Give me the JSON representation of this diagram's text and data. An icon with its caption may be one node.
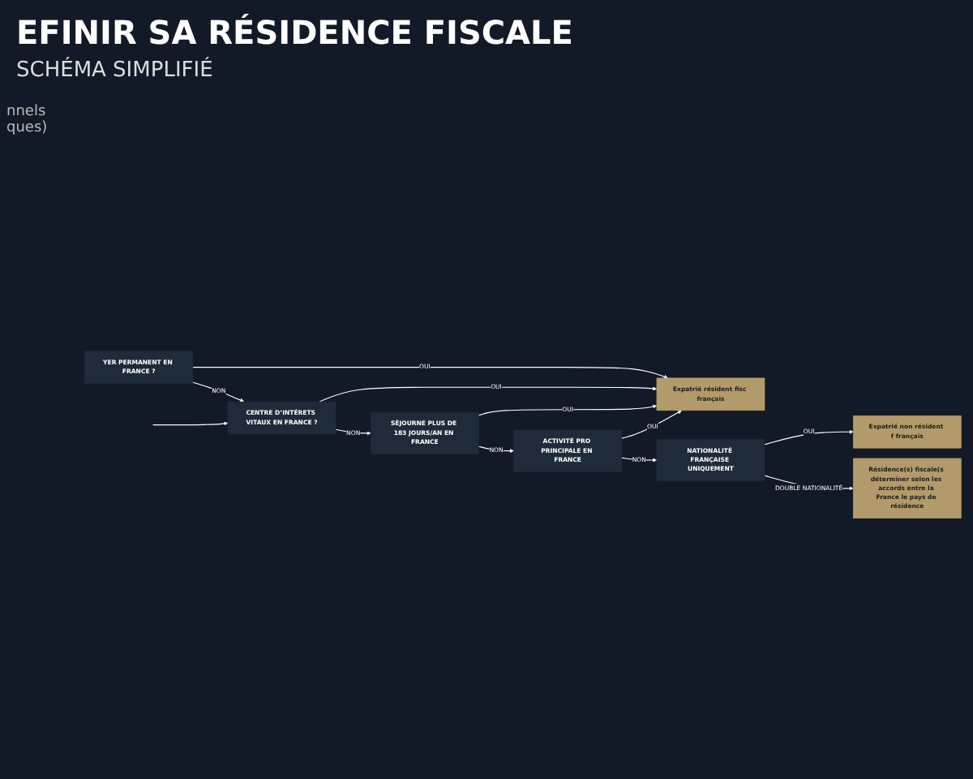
{
  "diagram": {
    "title": "EFINIR SA RÉSIDENCE FISCALE",
    "caption": "SCHÉMA SIMPLIFIÉ",
    "nodes": [
      {
        "text": [
          "YER PERMANENT EN FRANCE ?"
        ]
      },
      {
        "text": [
          "CENTRE D’INTÉRETS VITAUX EN FRANCE ?"
        ]
      },
      {
        "text": [
          "SÉJOURNE PLUS DE 183 JOURS/AN EN FRANCE"
        ]
      },
      {
        "text": [
          "ACTIVITÉ PRO PRINCIPALE EN FRANCE"
        ]
      },
      {
        "text": [
          "NATIONALITÉ FRANÇAISE UNIQUEMENT"
        ]
      },
      {
        "text": [
          "Expatrié résident fisc français"
        ]
      },
      {
        "text": [
          "Expatrié non résident f français"
        ]
      },
      {
        "text": [
          "Résidence(s) fiscale(s déterminer selon les accords entre la France le pays de résidence"
        ]
      }
    ],
    "edges": [
      {
        "from": 0,
        "to": 5,
        "arrow": "to",
        "label": "OUI"
      },
      {
        "from": 0,
        "to": 1,
        "arrow": "to",
        "label": "NON"
      },
      {
        "from": null,
        "to": 1,
        "arrow": "to"
      },
      {
        "from": 1,
        "to": 5,
        "arrow": "to",
        "label": "OUI"
      },
      {
        "from": 1,
        "to": 2,
        "arrow": "to",
        "label": "NON"
      },
      {
        "from": 2,
        "to": 5,
        "arrow": "to",
        "label": "OUI"
      },
      {
        "from": 2,
        "to": 3,
        "arrow": "to",
        "label": "NON"
      },
      {
        "from": 3,
        "to": 5,
        "arrow": "to",
        "label": "OUI"
      },
      {
        "from": 3,
        "to": 4,
        "arrow": "to",
        "label": "NON"
      },
      {
        "from": 4,
        "to": 6,
        "arrow": "to",
        "label": "OUI"
      },
      {
        "from": 4,
        "to": 7,
        "arrow": "to",
        "label": "DOUBLE NATIONALITÉ"
      }
    ],
    "labels": [
      "nnels",
      "ques)"
    ]
  }
}
